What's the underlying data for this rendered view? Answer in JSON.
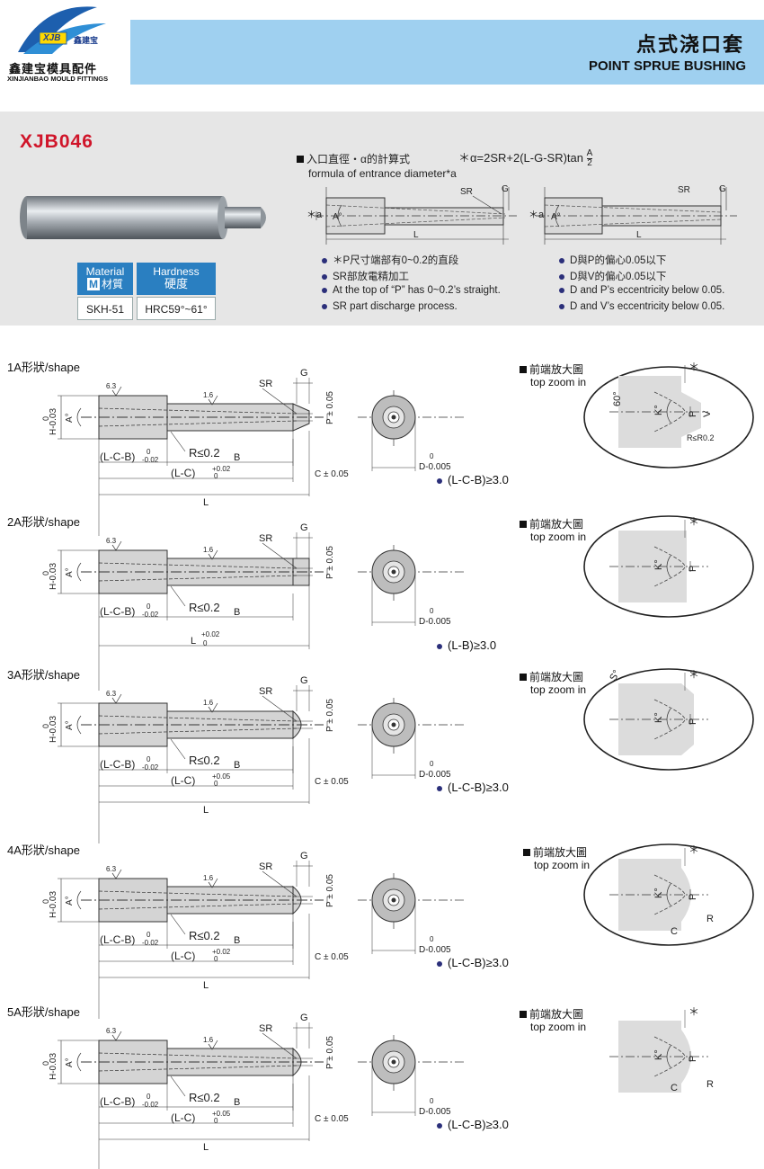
{
  "header": {
    "logo_mark": "XJB",
    "logo_tagline": "鑫建宝",
    "logo_name_cn": "鑫建宝模具配件",
    "logo_name_en": "XINJIANBAO MOULD FITTINGS",
    "title_cn": "点式浇口套",
    "title_en": "POINT SPRUE BUSHING"
  },
  "product": {
    "model": "XJB046",
    "material_label_en": "Material",
    "material_label_cn": "材質",
    "material_badge": "M",
    "hardness_label_en": "Hardness",
    "hardness_label_cn": "硬度",
    "material_value": "SKH-51",
    "hardness_value": "HRC59°~61°"
  },
  "formula": {
    "title_cn": "入口直徑・α的計算式",
    "expression": "＊α=2SR+2(L-G-SR)tan",
    "fraction_num": "A",
    "fraction_den": "2",
    "title_en": "formula of entrance diameter*a",
    "labels": {
      "SR": "SR",
      "G": "G",
      "A": "A°",
      "a": "＊a",
      "L": "L"
    }
  },
  "notes_left": [
    "＊P尺寸端部有0~0.2的直段",
    "SR部放電精加工",
    "At the top of  “P”  has 0~0.2’s straight.",
    "SR part discharge process."
  ],
  "notes_right": [
    "D與P的偏心0.05以下",
    "D與V的偏心0.05以下",
    "D and P’s eccentricity below 0.05.",
    "D and V’s eccentricity below 0.05."
  ],
  "common": {
    "zoom_cn": "前端放大圖",
    "zoom_en": "top zoom in",
    "roughness1": "6.3",
    "roughness2": "1.6",
    "sr": "SR",
    "g": "G",
    "p": "P ± 0.05",
    "h_top": "0",
    "h_bottom": "H-0.03",
    "a_deg": "A°",
    "r": "R≤0.2",
    "lcb": "(L-C-B)",
    "lcb_tol_top": "0",
    "lcb_tol_bot": "-0.02",
    "b": "B",
    "c": "C ± 0.05",
    "l": "L",
    "d_top": "0",
    "d_bot": "D-0.005",
    "star": "＊",
    "k": "K°",
    "pz": "P",
    "v": "V",
    "deg60": "60°",
    "rr": "R≤R0.2",
    "s": "S°",
    "rz": "R",
    "cz": "C"
  },
  "shapes": [
    {
      "label": "1A形狀/shape",
      "lc": "(L-C)",
      "lc_tol_top": "+0.02",
      "lc_tol_bot": "0",
      "cond": "(L-C-B)≥3.0"
    },
    {
      "label": "2A形狀/shape",
      "l_tol_top": "+0.02",
      "l_tol_bot": "0",
      "cond": "(L-B)≥3.0"
    },
    {
      "label": "3A形狀/shape",
      "lc": "(L-C)",
      "lc_tol_top": "+0.05",
      "lc_tol_bot": "0",
      "cond": "(L-C-B)≥3.0"
    },
    {
      "label": "4A形狀/shape",
      "lc": "(L-C)",
      "lc_tol_top": "+0.02",
      "lc_tol_bot": "0",
      "cond": "(L-C-B)≥3.0"
    },
    {
      "label": "5A形狀/shape",
      "lc": "(L-C)",
      "lc_tol_top": "+0.05",
      "lc_tol_bot": "0",
      "cond": "(L-C-B)≥3.0"
    }
  ]
}
